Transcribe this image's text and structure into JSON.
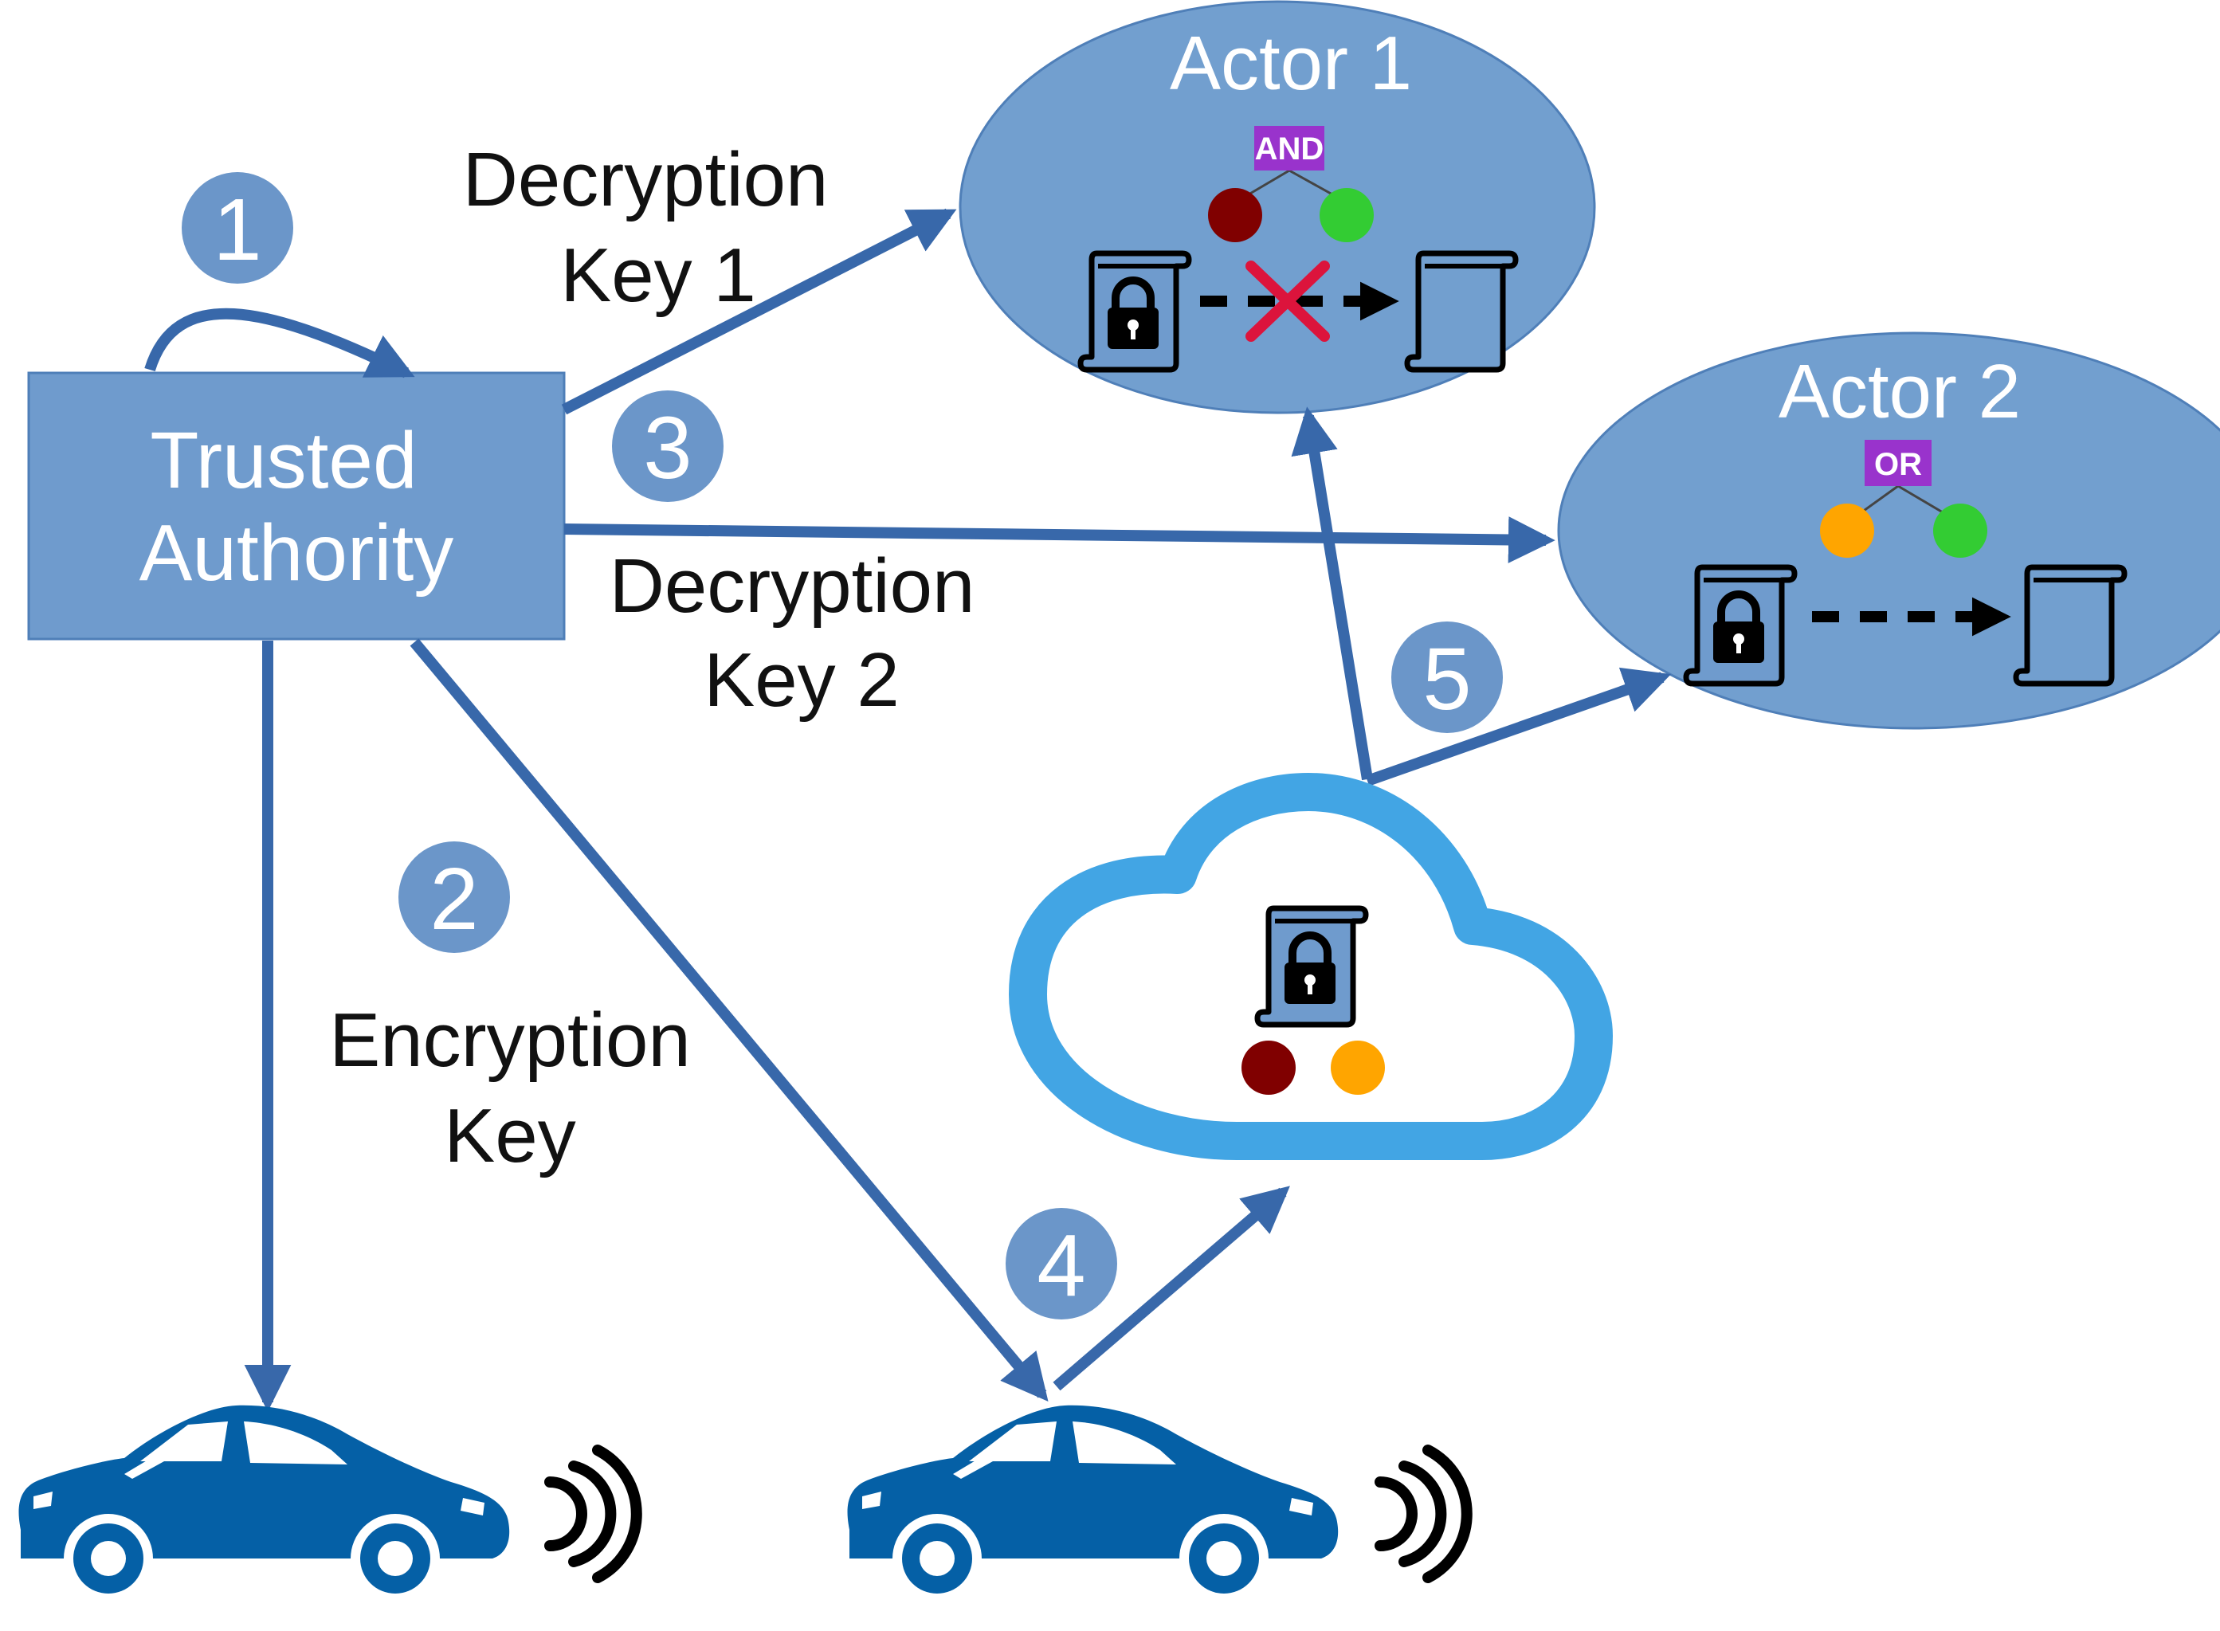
{
  "trusted_authority": {
    "line1": "Trusted",
    "line2": "Authority"
  },
  "actors": [
    {
      "name": "Actor 1",
      "gate": "AND",
      "attributes": [
        "dark-red",
        "green"
      ],
      "access": "denied"
    },
    {
      "name": "Actor 2",
      "gate": "OR",
      "attributes": [
        "orange",
        "green"
      ],
      "access": "granted"
    }
  ],
  "steps": [
    "1",
    "2",
    "3",
    "4",
    "5"
  ],
  "labels": {
    "decryption_key_1": {
      "line1": "Decryption",
      "line2": "Key 1"
    },
    "decryption_key_2": {
      "line1": "Decryption",
      "line2": "Key 2"
    },
    "encryption_key": {
      "line1": "Encryption",
      "line2": "Key"
    }
  },
  "cloud": {
    "attributes": [
      "dark-red",
      "orange"
    ]
  },
  "icons": [
    "locked-document-icon",
    "document-icon",
    "cross-icon",
    "car-icon",
    "wireless-signal-icon",
    "cloud-icon"
  ],
  "colors": {
    "arrow": "#3868aa",
    "authority_box": "#6f9bcd",
    "actor_ellipse": "#729fcf",
    "step_circle": "#6b96c9",
    "cloud_stroke": "#42a5e4",
    "car": "#0560a6",
    "gate_purple": "#9933cc",
    "dark_red": "#800000",
    "green": "#33cc33",
    "orange": "#ffa500",
    "cross_red": "#dc143c"
  }
}
